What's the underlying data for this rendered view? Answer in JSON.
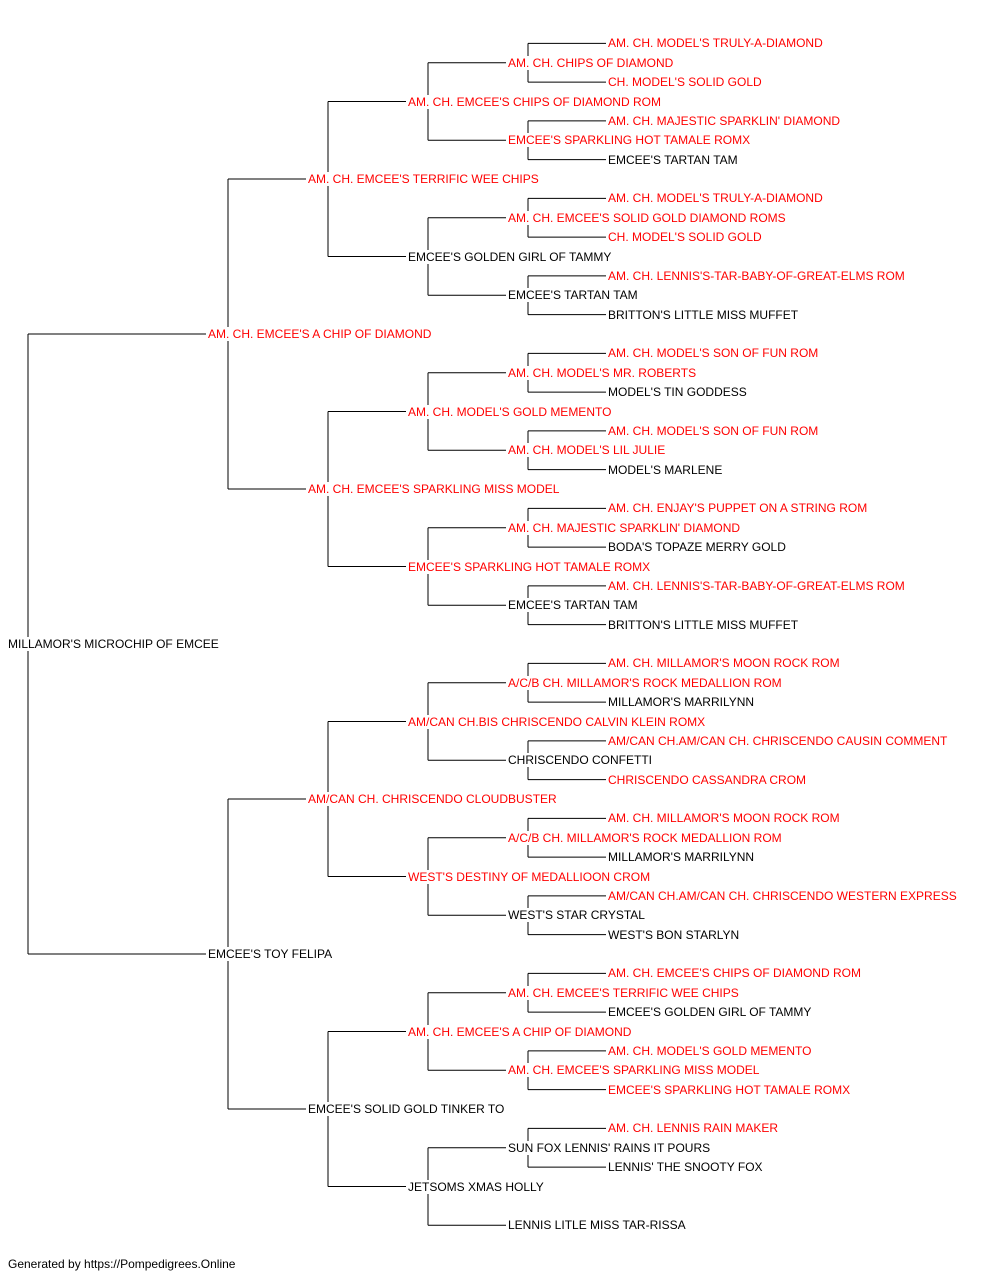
{
  "colors": {
    "champion": "#ff0000",
    "normal": "#000000",
    "line": "#000000",
    "background": "#ffffff"
  },
  "pedigree": {
    "name": "MILLAMOR'S MICROCHIP OF EMCEE",
    "sire": {
      "name": "AM. CH. EMCEE'S A CHIP OF DIAMOND",
      "red": true,
      "sire": {
        "name": "AM. CH. EMCEE'S TERRIFIC WEE CHIPS",
        "red": true,
        "sire": {
          "name": "AM. CH. EMCEE'S CHIPS OF DIAMOND ROM",
          "red": true,
          "sire": {
            "name": "AM. CH. CHIPS OF DIAMOND",
            "red": true,
            "sire": {
              "name": "AM. CH. MODEL'S TRULY-A-DIAMOND",
              "red": true
            },
            "dam": {
              "name": "CH. MODEL'S SOLID GOLD",
              "red": true
            }
          },
          "dam": {
            "name": "EMCEE'S SPARKLING HOT TAMALE ROMX",
            "red": true,
            "sire": {
              "name": "AM. CH. MAJESTIC SPARKLIN' DIAMOND",
              "red": true
            },
            "dam": {
              "name": "EMCEE'S TARTAN TAM",
              "red": false
            }
          }
        },
        "dam": {
          "name": "EMCEE'S GOLDEN GIRL OF TAMMY",
          "red": false,
          "sire": {
            "name": "AM. CH. EMCEE'S SOLID GOLD DIAMOND ROMS",
            "red": true,
            "sire": {
              "name": "AM. CH. MODEL'S TRULY-A-DIAMOND",
              "red": true
            },
            "dam": {
              "name": "CH. MODEL'S SOLID GOLD",
              "red": true
            }
          },
          "dam": {
            "name": "EMCEE'S TARTAN TAM",
            "red": false,
            "sire": {
              "name": "AM. CH. LENNIS'S-TAR-BABY-OF-GREAT-ELMS ROM",
              "red": true
            },
            "dam": {
              "name": "BRITTON'S LITTLE MISS MUFFET",
              "red": false
            }
          }
        }
      },
      "dam": {
        "name": "AM. CH. EMCEE'S SPARKLING MISS MODEL",
        "red": true,
        "sire": {
          "name": "AM. CH. MODEL'S GOLD MEMENTO",
          "red": true,
          "sire": {
            "name": "AM. CH. MODEL'S MR. ROBERTS",
            "red": true,
            "sire": {
              "name": "AM. CH. MODEL'S SON OF FUN ROM",
              "red": true
            },
            "dam": {
              "name": "MODEL'S TIN GODDESS",
              "red": false
            }
          },
          "dam": {
            "name": "AM. CH. MODEL'S LIL JULIE",
            "red": true,
            "sire": {
              "name": "AM. CH. MODEL'S SON OF FUN ROM",
              "red": true
            },
            "dam": {
              "name": "MODEL'S MARLENE",
              "red": false
            }
          }
        },
        "dam": {
          "name": "EMCEE'S SPARKLING HOT TAMALE ROMX",
          "red": true,
          "sire": {
            "name": "AM. CH. MAJESTIC SPARKLIN' DIAMOND",
            "red": true,
            "sire": {
              "name": "AM. CH. ENJAY'S PUPPET ON A STRING ROM",
              "red": true
            },
            "dam": {
              "name": "BODA'S TOPAZE MERRY GOLD",
              "red": false
            }
          },
          "dam": {
            "name": "EMCEE'S TARTAN TAM",
            "red": false,
            "sire": {
              "name": "AM. CH. LENNIS'S-TAR-BABY-OF-GREAT-ELMS ROM",
              "red": true
            },
            "dam": {
              "name": "BRITTON'S LITTLE MISS MUFFET",
              "red": false
            }
          }
        }
      }
    },
    "dam": {
      "name": "EMCEE'S TOY FELIPA",
      "red": false,
      "sire": {
        "name": "AM/CAN CH. CHRISCENDO CLOUDBUSTER",
        "red": true,
        "sire": {
          "name": "AM/CAN CH.BIS CHRISCENDO CALVIN KLEIN ROMX",
          "red": true,
          "sire": {
            "name": "A/C/B CH. MILLAMOR'S ROCK MEDALLION ROM",
            "red": true,
            "sire": {
              "name": "AM. CH. MILLAMOR'S MOON ROCK ROM",
              "red": true
            },
            "dam": {
              "name": "MILLAMOR'S MARRILYNN",
              "red": false
            }
          },
          "dam": {
            "name": "CHRISCENDO CONFETTI",
            "red": false,
            "sire": {
              "name": "AM/CAN CH.AM/CAN CH. CHRISCENDO CAUSIN COMMENT",
              "red": true
            },
            "dam": {
              "name": "CHRISCENDO CASSANDRA CROM",
              "red": true
            }
          }
        },
        "dam": {
          "name": "WEST'S DESTINY OF MEDALLIOON CROM",
          "red": true,
          "sire": {
            "name": "A/C/B CH. MILLAMOR'S ROCK MEDALLION ROM",
            "red": true,
            "sire": {
              "name": "AM. CH. MILLAMOR'S MOON ROCK ROM",
              "red": true
            },
            "dam": {
              "name": "MILLAMOR'S MARRILYNN",
              "red": false
            }
          },
          "dam": {
            "name": "WEST'S STAR CRYSTAL",
            "red": false,
            "sire": {
              "name": "AM/CAN CH.AM/CAN CH. CHRISCENDO WESTERN EXPRESS",
              "red": true
            },
            "dam": {
              "name": "WEST'S BON STARLYN",
              "red": false
            }
          }
        }
      },
      "dam": {
        "name": "EMCEE'S SOLID GOLD TINKER TO",
        "red": false,
        "sire": {
          "name": "AM. CH. EMCEE'S A CHIP OF DIAMOND",
          "red": true,
          "sire": {
            "name": "AM. CH. EMCEE'S TERRIFIC WEE CHIPS",
            "red": true,
            "sire": {
              "name": "AM. CH. EMCEE'S CHIPS OF DIAMOND ROM",
              "red": true
            },
            "dam": {
              "name": "EMCEE'S GOLDEN GIRL OF TAMMY",
              "red": false
            }
          },
          "dam": {
            "name": "AM. CH. EMCEE'S SPARKLING MISS MODEL",
            "red": true,
            "sire": {
              "name": "AM. CH. MODEL'S GOLD MEMENTO",
              "red": true
            },
            "dam": {
              "name": "EMCEE'S SPARKLING HOT TAMALE ROMX",
              "red": true
            }
          }
        },
        "dam": {
          "name": "JETSOMS XMAS HOLLY",
          "red": false,
          "sire": {
            "name": "SUN FOX LENNIS' RAINS IT POURS",
            "red": false,
            "sire": {
              "name": "AM. CH. LENNIS RAIN MAKER",
              "red": true
            },
            "dam": {
              "name": "LENNIS' THE SNOOTY FOX",
              "red": false
            }
          },
          "dam": {
            "name": "LENNIS LITLE MISS TAR-RISSA",
            "red": false
          }
        }
      }
    }
  },
  "footer": "Generated by https://Pompedigrees.Online"
}
